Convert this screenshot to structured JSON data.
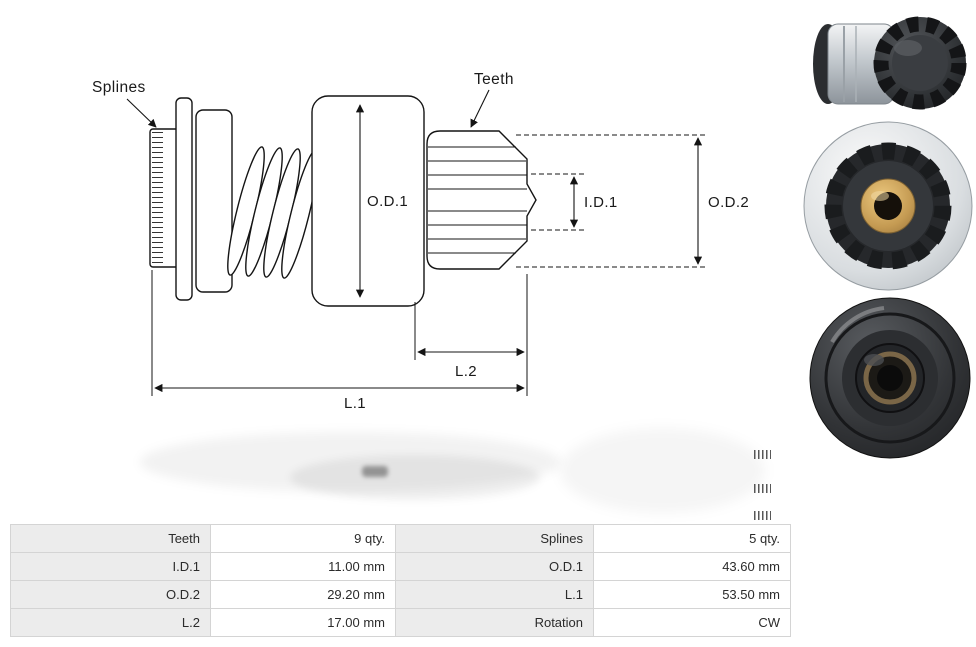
{
  "diagram": {
    "labels": {
      "splines": "Splines",
      "teeth": "Teeth",
      "od1": "O.D.1",
      "id1": "I.D.1",
      "od2": "O.D.2",
      "l2": "L.2",
      "l1": "L.1"
    }
  },
  "spec_table": {
    "rows": [
      {
        "c0": "Teeth",
        "c1": "9 qty.",
        "c2": "Splines",
        "c3": "5 qty."
      },
      {
        "c0": "I.D.1",
        "c1": "11.00 mm",
        "c2": "O.D.1",
        "c3": "43.60 mm"
      },
      {
        "c0": "O.D.2",
        "c1": "29.20 mm",
        "c2": "L.1",
        "c3": "53.50 mm"
      },
      {
        "c0": "L.2",
        "c1": "17.00 mm",
        "c2": "Rotation",
        "c3": "CW"
      }
    ]
  },
  "colors": {
    "drawing_line": "#141414",
    "table_label_bg": "#ececec",
    "table_border": "#d4d4d4"
  }
}
